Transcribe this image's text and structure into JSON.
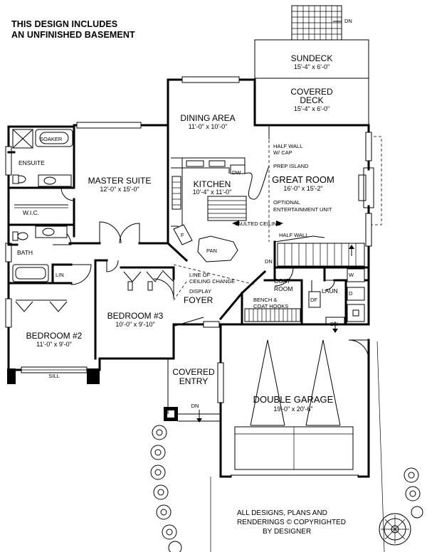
{
  "heading": {
    "line1": "THIS DESIGN INCLUDES",
    "line2": "AN UNFINISHED BASEMENT"
  },
  "rooms": {
    "sundeck": {
      "name": "SUNDECK",
      "dim": "15'-4\" x 6'-0\""
    },
    "covered_deck": {
      "name_line1": "COVERED",
      "name_line2": "DECK",
      "dim": "15'-4\" x 6'-0\""
    },
    "dining_area": {
      "name": "DINING AREA",
      "dim": "11'-0\" x 10'-0\""
    },
    "master_suite": {
      "name": "MASTER SUITE",
      "dim": "12'-0\" x 15'-0\""
    },
    "kitchen": {
      "name": "KITCHEN",
      "dim": "10'-4\" x 11'-0\""
    },
    "great_room": {
      "name": "GREAT ROOM",
      "dim": "16'-0\" x 15'-2\""
    },
    "bedroom3": {
      "name": "BEDROOM #3",
      "dim": "10'-0\" x 9'-10\""
    },
    "bedroom2": {
      "name": "BEDROOM #2",
      "dim": "11'-0\" x 9'-0\""
    },
    "double_garage": {
      "name": "DOUBLE GARAGE",
      "dim": "19'-0\" x 20'-6\""
    },
    "covered_entry": {
      "name_line1": "COVERED",
      "name_line2": "ENTRY"
    },
    "ensuite": {
      "name": "ENSUITE"
    },
    "wic": {
      "name": "W.I.C."
    },
    "bath": {
      "name": "BATH"
    },
    "foyer": {
      "name": "FOYER"
    },
    "coat_room": {
      "name_line1": "COAT",
      "name_line2": "ROOM"
    },
    "laundry": {
      "name": "LAUN"
    }
  },
  "labels": {
    "soaker": "SOAKER",
    "half_wall_cap_line1": "HALF WALL",
    "half_wall_cap_line2": "W/ CAP",
    "prep_island": "PREP ISLAND",
    "optional_unit_line1": "OPTIONAL",
    "optional_unit_line2": "ENTERTAINMENT UNIT",
    "vaulted_ceiling": "VAULTED CEILING",
    "half_wall": "HALF WALL",
    "dw": "DW",
    "fridge": "F",
    "pan": "PAN",
    "linen": "LIN",
    "ceiling_change_line1": "LINE OF",
    "ceiling_change_line2": "CEILING CHANGE",
    "display": "DISPLAY",
    "bench_line1": "BENCH &",
    "bench_line2": "COAT HOOKS",
    "df": "DF",
    "washer": "W",
    "dryer": "D",
    "sill": "SILL",
    "dn": "DN"
  },
  "copyright": {
    "line1": "ALL DESIGNS, PLANS AND",
    "line2": "RENDERINGS  ©  COPYRIGHTED",
    "line3": "BY DESIGNER"
  }
}
